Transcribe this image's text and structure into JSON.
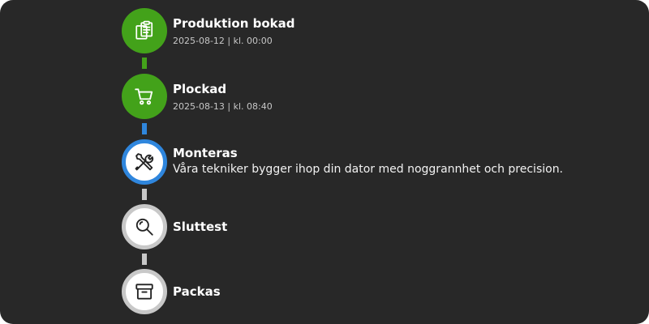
{
  "colors": {
    "background": "#282828",
    "done": "#43a21a",
    "active": "#2f86dd",
    "pending": "#c8c8c8"
  },
  "steps": [
    {
      "title": "Produktion bokad",
      "subtitle": "2025-08-12 | kl. 00:00",
      "status": "done",
      "icon": "clipboard-list-icon"
    },
    {
      "title": "Plockad",
      "subtitle": "2025-08-13 | kl. 08:40",
      "status": "done",
      "icon": "shopping-cart-icon"
    },
    {
      "title": "Monteras",
      "description": "Våra tekniker bygger ihop din dator med noggrannhet och precision.",
      "status": "active",
      "icon": "tools-icon"
    },
    {
      "title": "Sluttest",
      "status": "pending",
      "icon": "magnifier-icon"
    },
    {
      "title": "Packas",
      "status": "pending",
      "icon": "package-box-icon"
    }
  ]
}
